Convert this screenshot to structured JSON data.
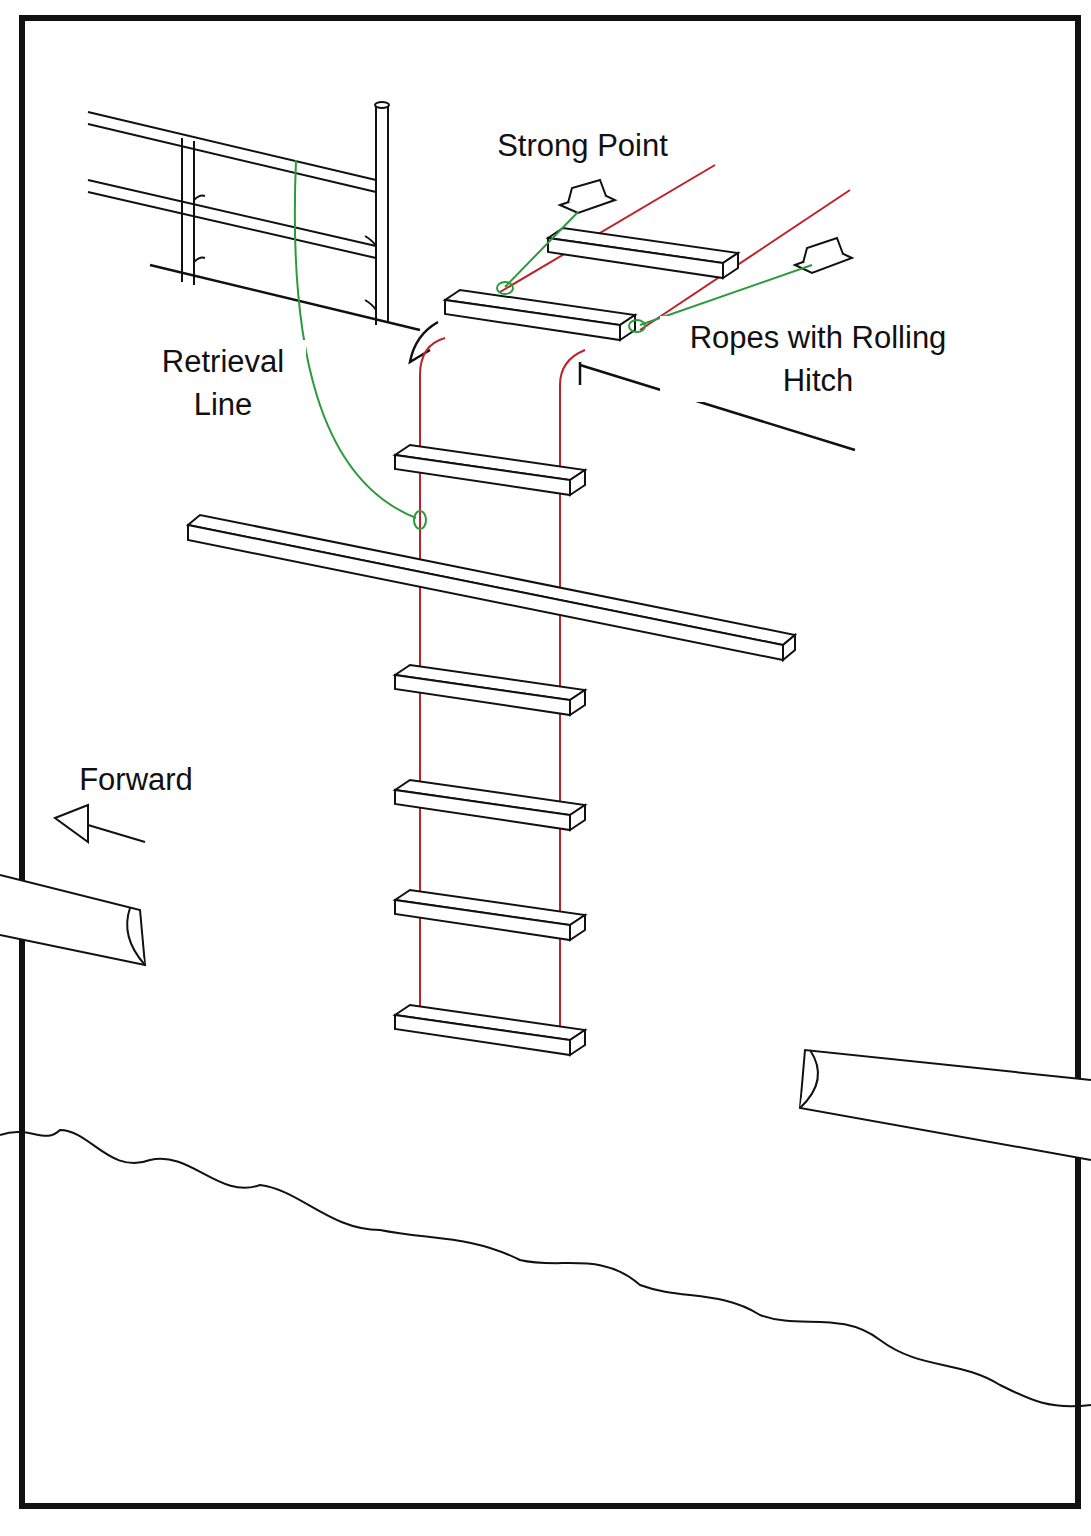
{
  "diagram": {
    "labels": [
      "Strong Point",
      "Ropes with Rolling Hitch",
      "Retrieval Line",
      "Forward"
    ]
  }
}
